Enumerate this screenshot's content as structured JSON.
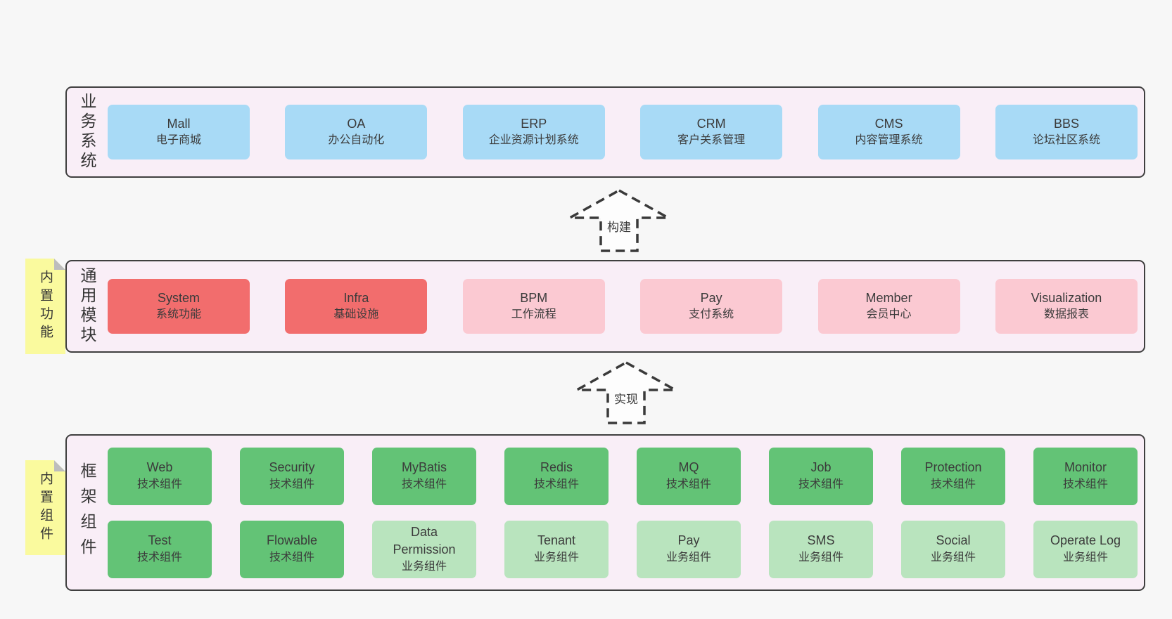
{
  "colors": {
    "page_bg": "#f7f7f7",
    "band_bg": "#f9eef7",
    "band_border": "#3f3f3f",
    "blue": "#a8daf6",
    "red": "#f26d6d",
    "pink": "#fbc9d2",
    "green": "#63c376",
    "light_green": "#b9e4be",
    "note_yellow": "#fafa9e",
    "arrow_stroke": "#3a3a3a"
  },
  "arrows": [
    {
      "label": "构建"
    },
    {
      "label": "实现"
    }
  ],
  "bands": [
    {
      "id": "business-systems",
      "label": "业务系统",
      "boxes": [
        {
          "name": "Mall",
          "desc": "电子商城",
          "variant": "blue"
        },
        {
          "name": "OA",
          "desc": "办公自动化",
          "variant": "blue"
        },
        {
          "name": "ERP",
          "desc": "企业资源计划系统",
          "variant": "blue"
        },
        {
          "name": "CRM",
          "desc": "客户关系管理",
          "variant": "blue"
        },
        {
          "name": "CMS",
          "desc": "内容管理系统",
          "variant": "blue"
        },
        {
          "name": "BBS",
          "desc": "论坛社区系统",
          "variant": "blue"
        }
      ]
    },
    {
      "id": "common-modules",
      "label": "通用模块",
      "note": "内置功能",
      "boxes": [
        {
          "name": "System",
          "desc": "系统功能",
          "variant": "red"
        },
        {
          "name": "Infra",
          "desc": "基础设施",
          "variant": "red"
        },
        {
          "name": "BPM",
          "desc": "工作流程",
          "variant": "pink"
        },
        {
          "name": "Pay",
          "desc": "支付系统",
          "variant": "pink"
        },
        {
          "name": "Member",
          "desc": "会员中心",
          "variant": "pink"
        },
        {
          "name": "Visualization",
          "desc": "数据报表",
          "variant": "pink"
        }
      ]
    },
    {
      "id": "framework-components",
      "label": "框架组件",
      "note": "内置组件",
      "boxes": [
        {
          "name": "Web",
          "desc": "技术组件",
          "variant": "green"
        },
        {
          "name": "Security",
          "desc": "技术组件",
          "variant": "green"
        },
        {
          "name": "MyBatis",
          "desc": "技术组件",
          "variant": "green"
        },
        {
          "name": "Redis",
          "desc": "技术组件",
          "variant": "green"
        },
        {
          "name": "MQ",
          "desc": "技术组件",
          "variant": "green"
        },
        {
          "name": "Job",
          "desc": "技术组件",
          "variant": "green"
        },
        {
          "name": "Protection",
          "desc": "技术组件",
          "variant": "green"
        },
        {
          "name": "Monitor",
          "desc": "技术组件",
          "variant": "green"
        },
        {
          "name": "Test",
          "desc": "技术组件",
          "variant": "green"
        },
        {
          "name": "Flowable",
          "desc": "技术组件",
          "variant": "green"
        },
        {
          "name": "Data Permission",
          "desc": "业务组件",
          "variant": "lightgreen"
        },
        {
          "name": "Tenant",
          "desc": "业务组件",
          "variant": "lightgreen"
        },
        {
          "name": "Pay",
          "desc": "业务组件",
          "variant": "lightgreen"
        },
        {
          "name": "SMS",
          "desc": "业务组件",
          "variant": "lightgreen"
        },
        {
          "name": "Social",
          "desc": "业务组件",
          "variant": "lightgreen"
        },
        {
          "name": "Operate Log",
          "desc": "业务组件",
          "variant": "lightgreen"
        }
      ]
    }
  ]
}
